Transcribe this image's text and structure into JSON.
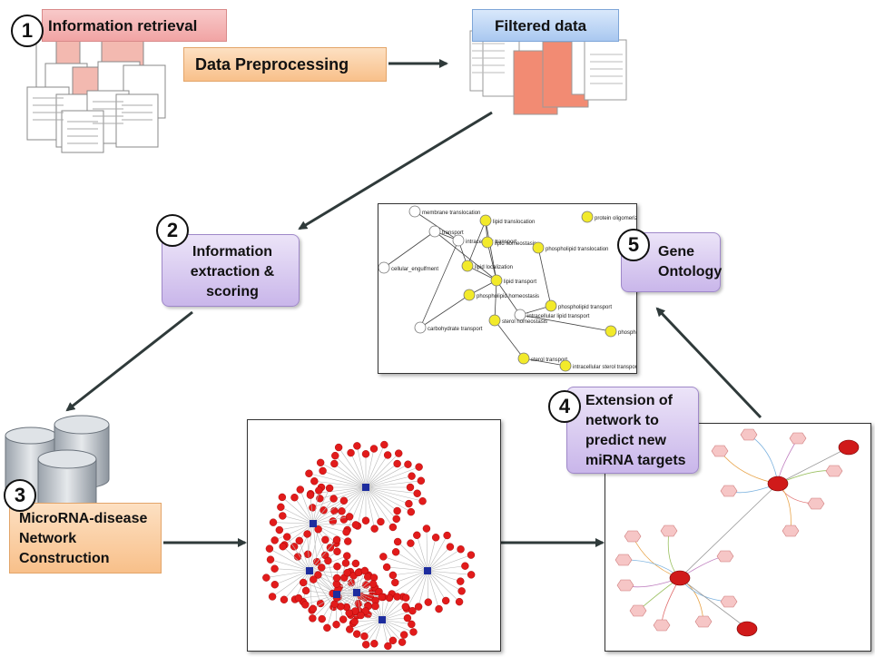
{
  "steps": [
    {
      "number": "1",
      "label": "Information retrieval"
    },
    {
      "number": "2",
      "label": "Information extraction & scoring"
    },
    {
      "number": "3",
      "label": "MicroRNA-disease Network Construction"
    },
    {
      "number": "4",
      "label": "Extension of network to predict new miRNA targets"
    },
    {
      "number": "5",
      "label": "Gene Ontology"
    }
  ],
  "preprocessing_label": "Data Preprocessing",
  "filtered_label": "Filtered data",
  "go_terms": [
    "membrane translocation",
    "transport",
    "lipid translocation",
    "protein oligomerization",
    "intracellular transport",
    "lipid homeostasis",
    "phospholipid translocation",
    "cellular_engulfment",
    "lipid localization",
    "lipid transport",
    "phospholipid homeostasis",
    "phospholipid transport",
    "intracellular lipid transport",
    "sterol homeostasis",
    "carbohydrate transport",
    "phospholipid efflux",
    "sterol transport",
    "intracellular sterol transport"
  ]
}
